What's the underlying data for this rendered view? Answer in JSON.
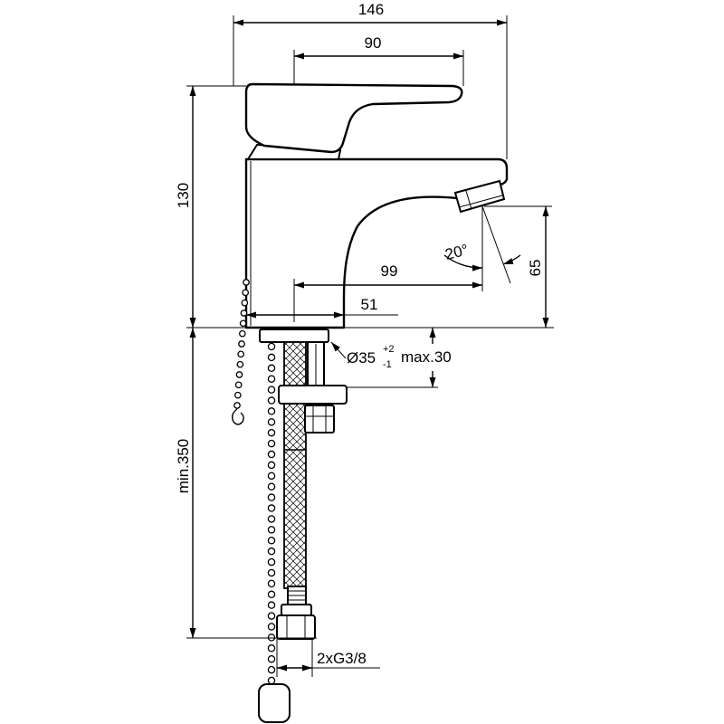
{
  "dimensions": {
    "overall_width": "146",
    "handle_reach": "90",
    "overall_height": "130",
    "spout_angle": "20°",
    "spout_reach": "99",
    "outlet_height": "65",
    "base_offset": "51",
    "hole_diameter": "Ø35",
    "hole_tolerance_upper": "+2",
    "hole_tolerance_lower": "-1",
    "deck_thickness": "max.30",
    "hose_length": "min.350",
    "connection_thread": "2xG3/8"
  },
  "colors": {
    "line": "#000000",
    "background": "#ffffff"
  }
}
